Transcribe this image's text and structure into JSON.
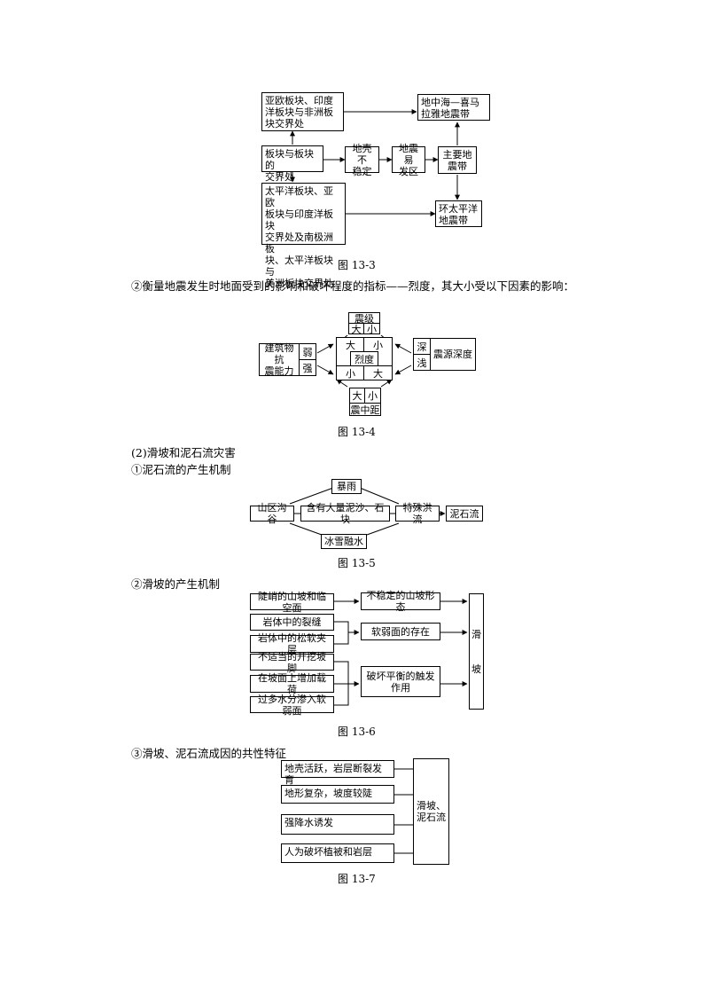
{
  "fig13_3": {
    "box_eurasia": "亚欧板块、印度\n洋板块与非洲板\n块交界处",
    "box_plates": "板块与板块的\n交界处",
    "box_pacific": "太平洋板块、亚欧\n板块与印度洋板块\n交界处及南极洲板\n块、太平洋板块与\n美洲板块交界处",
    "box_unstable": "地壳不\n稳定",
    "box_prone": "地震易\n发区",
    "box_main": "主要地\n震带",
    "box_med": "地中海—喜马\n拉雅地震带",
    "box_circum": "环太平洋\n地震带",
    "caption": "图 13-3"
  },
  "para_intensity": "②衡量地震发生时地面受到的影响和破坏程度的指标——烈度，其大小受以下因素的影响：",
  "fig13_4": {
    "magnitude": "震级",
    "big": "大",
    "small": "小",
    "intensity": "烈度",
    "building": "建筑物抗\n震能力",
    "weak": "弱",
    "strong": "强",
    "deep": "深",
    "shallow": "浅",
    "depth": "震源深度",
    "distance": "震中距",
    "caption": "图 13-4"
  },
  "heading_landslide": "(2)滑坡和泥石流灾害",
  "heading_debris": "①泥石流的产生机制",
  "fig13_5": {
    "rain": "暴雨",
    "valley": "山区沟谷",
    "sediment": "含有大量泥沙、石块",
    "flood": "特殊洪流",
    "debris": "泥石流",
    "melt": "冰雪融水",
    "caption": "图 13-5"
  },
  "heading_slide": "②滑坡的产生机制",
  "fig13_6": {
    "left": [
      "陡峭的山坡和临空面",
      "岩体中的裂缝",
      "岩体中的松软夹层",
      "不适当的开挖坡脚",
      "在坡面上增加载荷",
      "过多水分渗入软弱面"
    ],
    "mid": [
      "不稳定的山坡形态",
      "软弱面的存在",
      "破坏平衡的触发\n作用"
    ],
    "result": "滑\n\n\n坡",
    "caption": "图 13-6"
  },
  "heading_common": "③滑坡、泥石流成因的共性特征",
  "fig13_7": {
    "left": [
      "地壳活跃，岩层断裂发育",
      "地形复杂，坡度较陡",
      "强降水诱发",
      "人为破坏植被和岩层"
    ],
    "result": "滑坡、\n泥石流",
    "caption": "图 13-7"
  }
}
